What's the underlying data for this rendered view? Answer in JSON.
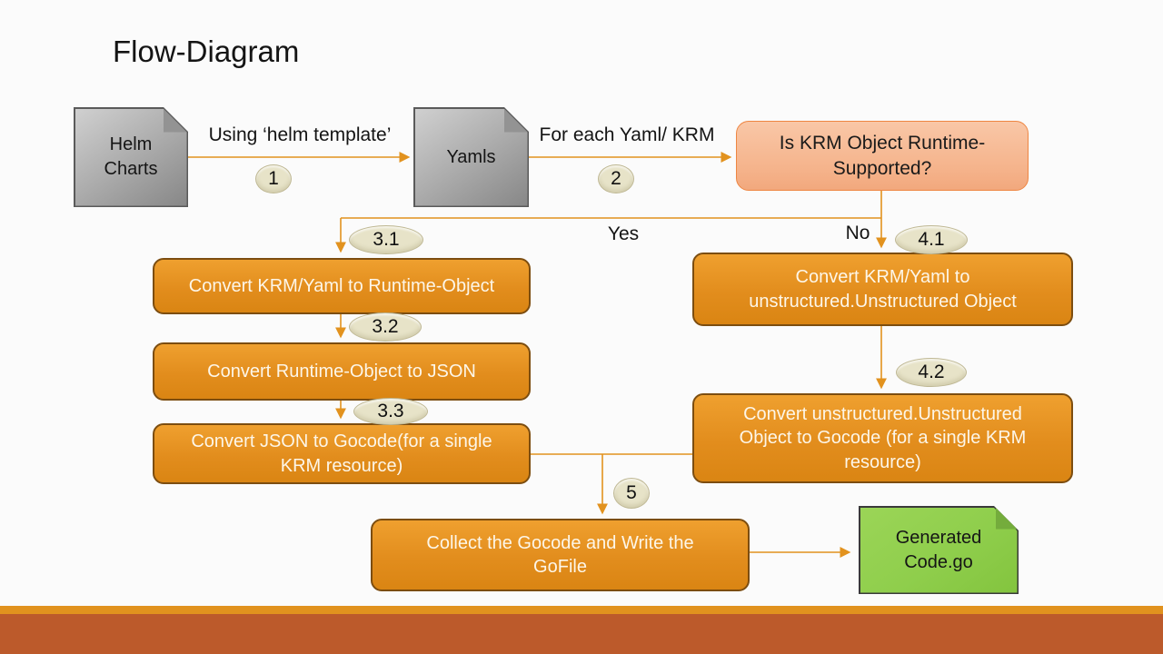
{
  "title": "Flow-Diagram",
  "nodes": {
    "helm_charts": {
      "label": "Helm Charts"
    },
    "yamls": {
      "label": "Yamls"
    },
    "decision": {
      "label": "Is KRM Object Runtime-Supported?"
    },
    "convert_runtime": {
      "label": "Convert KRM/Yaml to Runtime-Object"
    },
    "runtime_to_json": {
      "label": "Convert Runtime-Object to JSON"
    },
    "json_to_gocode": {
      "label": "Convert JSON to Gocode(for a single KRM resource)"
    },
    "convert_unstructured": {
      "label": "Convert KRM/Yaml to unstructured.Unstructured Object"
    },
    "unstructured_to_gocode": {
      "label": "Convert unstructured.Unstructured Object to Gocode (for a single KRM resource)"
    },
    "collect_gocode": {
      "label": "Collect the Gocode and Write the GoFile"
    },
    "generated_code": {
      "label": "Generated Code.go"
    }
  },
  "edges": {
    "helm_to_yamls": {
      "label": "Using ‘helm template’",
      "badge": "1"
    },
    "yamls_to_decision": {
      "label": "For each Yaml/ KRM",
      "badge": "2"
    },
    "yes_branch": {
      "label": "Yes",
      "badge": "3.1"
    },
    "no_branch": {
      "label": "No",
      "badge": "4.1"
    },
    "runtime_to_json_step": {
      "badge": "3.2"
    },
    "json_to_gocode_step": {
      "badge": "3.3"
    },
    "unstructured_step": {
      "badge": "4.2"
    },
    "merge_to_collect": {
      "badge": "5"
    }
  },
  "colors": {
    "process_fill": "#E28D1D",
    "process_border": "#7C4D10",
    "decision_fill": "#F5B38B",
    "decision_border": "#EE8643",
    "connector": "#E2921E",
    "badge_fill": "#E7E3C8",
    "card_gray": "#ACACAC",
    "card_green": "#8FCE4C",
    "footer_strip": "#E1921E",
    "footer_bar": "#BC5A2B"
  }
}
